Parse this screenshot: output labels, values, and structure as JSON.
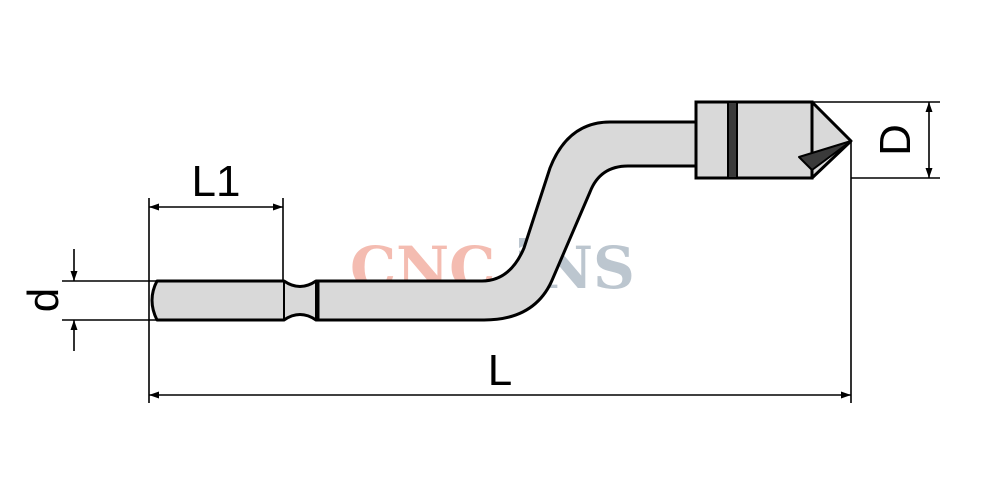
{
  "labels": {
    "shank_length": "L1",
    "total_length": "L",
    "shank_diameter": "d",
    "head_diameter": "D"
  },
  "watermark": {
    "part1": "CNC",
    "part2": "NS",
    "color1": "#f4b9ad",
    "color2": "#b9c3cd"
  },
  "colors": {
    "tool_fill": "#d9d9d9",
    "line": "#000000",
    "groove": "#3a3a3a"
  }
}
